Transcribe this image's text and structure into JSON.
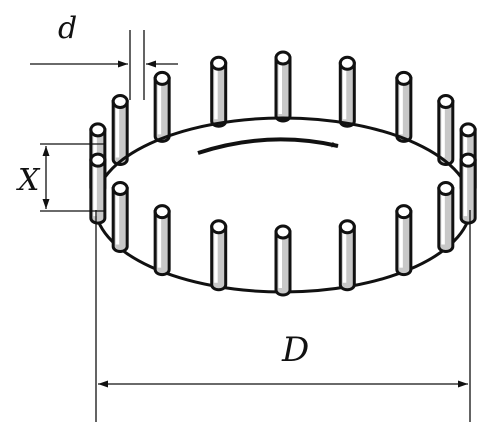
{
  "labels": {
    "pin_diameter": "d",
    "pin_height": "X",
    "ring_diameter": "D"
  },
  "figure": {
    "pin_count": 18,
    "rotation_arrow": "clockwise",
    "colors": {
      "stroke": "#111111",
      "pin_fill": "#c8c8c8",
      "pin_highlight": "#ffffff",
      "background": "#ffffff"
    }
  }
}
